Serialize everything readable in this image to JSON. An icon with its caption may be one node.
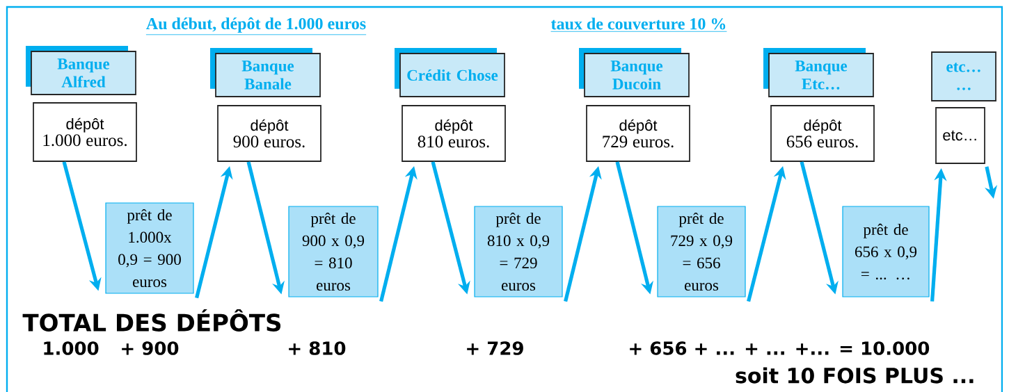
{
  "diagram": {
    "nodes": [
      {
        "text": [
          "Banque Alfred"
        ]
      },
      {
        "text": [
          "Banque Banale"
        ]
      },
      {
        "text": [
          "Crédit Chose"
        ]
      },
      {
        "text": [
          "Banque Ducoin"
        ]
      },
      {
        "text": [
          "Banque Etc…"
        ]
      },
      {
        "text": [
          "etc… …"
        ]
      },
      {
        "text": [
          "dépôt",
          "1.000 euros."
        ]
      },
      {
        "text": [
          "dépôt",
          "900 euros."
        ]
      },
      {
        "text": [
          "dépôt",
          "810 euros."
        ]
      },
      {
        "text": [
          "dépôt",
          "729 euros."
        ]
      },
      {
        "text": [
          "dépôt",
          "656 euros."
        ]
      },
      {
        "text": [
          "etc…"
        ]
      },
      {
        "text": [
          "prêt de 1.000x 0,9 = 900 euros"
        ]
      },
      {
        "text": [
          "prêt de 900 x 0,9 = 810 euros"
        ]
      },
      {
        "text": [
          "prêt de 810 x 0,9 = 729 euros"
        ]
      },
      {
        "text": [
          "prêt de 729 x 0,9 = 656 euros"
        ]
      },
      {
        "text": [
          "prêt de 656 x 0,9 = ... …"
        ]
      }
    ],
    "edges": [
      {
        "from": 6,
        "to": 12,
        "arrow": "to"
      },
      {
        "from": 12,
        "to": 7,
        "arrow": "to"
      },
      {
        "from": 7,
        "to": 13,
        "arrow": "to"
      },
      {
        "from": 13,
        "to": 8,
        "arrow": "to"
      },
      {
        "from": 8,
        "to": 14,
        "arrow": "to"
      },
      {
        "from": 14,
        "to": 9,
        "arrow": "to"
      },
      {
        "from": 9,
        "to": 15,
        "arrow": "to"
      },
      {
        "from": 15,
        "to": 10,
        "arrow": "to"
      },
      {
        "from": 10,
        "to": 16,
        "arrow": "to"
      },
      {
        "from": 16,
        "to": 11,
        "arrow": "to"
      },
      {
        "from": 11,
        "to": null,
        "arrow": "to"
      }
    ],
    "labels": [
      "Au début, dépôt de 1.000 euros",
      "taux de couverture 10 %",
      "TOTAL DES DÉPÔTS",
      "1.000",
      "+ 900",
      "+ 810",
      "+ 729",
      "+ 656 + ... + ... +... = 10.000",
      "soit 10 FOIS PLUS ..."
    ]
  }
}
